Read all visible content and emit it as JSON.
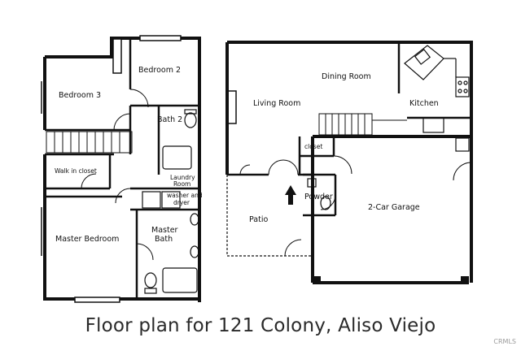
{
  "rooms": {
    "bedroom2": "Bedroom 2",
    "bedroom3": "Bedroom 3",
    "bath2": "Bath 2",
    "walk_in_closet": "Walk in closet",
    "laundry_line1": "Laundry",
    "laundry_line2": "Room",
    "washer_line1": "washer and",
    "washer_line2": "dryer",
    "master_bedroom": "Master Bedroom",
    "master_bath_line1": "Master",
    "master_bath_line2": "Bath",
    "living_room": "Living Room",
    "dining_room": "Dining Room",
    "kitchen": "Kitchen",
    "closet": "closet",
    "powder": "Powder",
    "patio": "Patio",
    "garage": "2-Car Garage"
  },
  "caption": "Floor plan for 121 Colony, Aliso Viejo",
  "watermark": "CRMLS"
}
